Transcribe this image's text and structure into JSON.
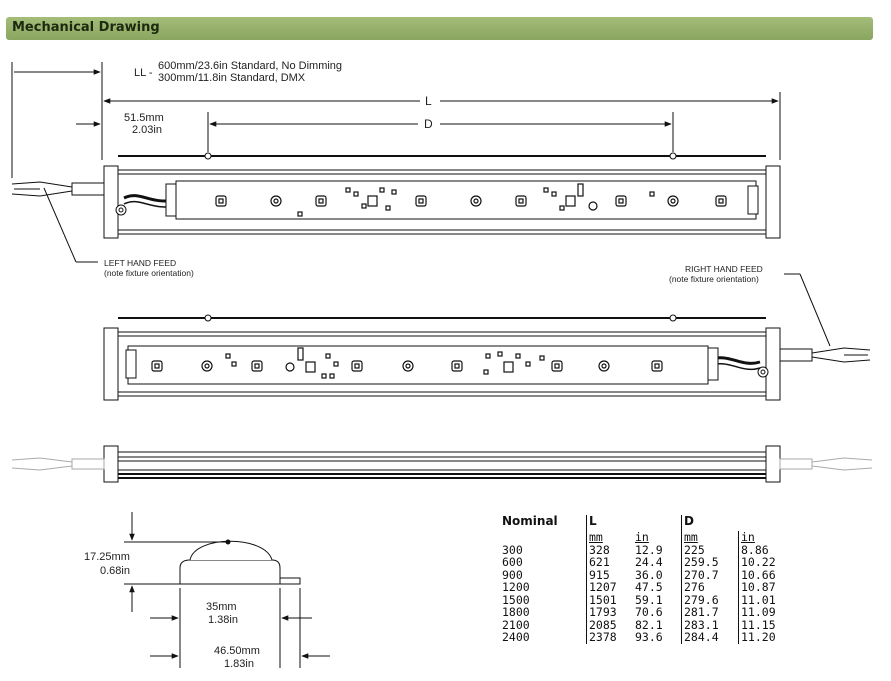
{
  "header": {
    "title": "Mechanical Drawing"
  },
  "dimensions": {
    "ll_prefix": "LL -",
    "ll_line1": "600mm/23.6in Standard, No Dimming",
    "ll_line2": "300mm/11.8in Standard, DMX",
    "l_label": "L",
    "d_label": "D",
    "offset_mm": "51.5mm",
    "offset_in": "2.03in",
    "height_mm": "17.25mm",
    "height_in": "0.68in",
    "base_mm": "35mm",
    "base_in": "1.38in",
    "width_mm": "46.50mm",
    "width_in": "1.83in"
  },
  "feeds": {
    "left_title": "LEFT HAND FEED",
    "left_note": "(note fixture orientation)",
    "right_title": "RIGHT HAND FEED",
    "right_note": "(note fixture orientation)"
  },
  "table": {
    "headers": [
      "Nominal",
      "L",
      "",
      "D",
      ""
    ],
    "units": [
      "",
      "mm",
      "in",
      "mm",
      "in"
    ],
    "rows": [
      [
        "300",
        "328",
        "12.9",
        "225",
        "8.86"
      ],
      [
        "600",
        "621",
        "24.4",
        "259.5",
        "10.22"
      ],
      [
        "900",
        "915",
        "36.0",
        "270.7",
        "10.66"
      ],
      [
        "1200",
        "1207",
        "47.5",
        "276",
        "10.87"
      ],
      [
        "1500",
        "1501",
        "59.1",
        "279.6",
        "11.01"
      ],
      [
        "1800",
        "1793",
        "70.6",
        "281.7",
        "11.09"
      ],
      [
        "2100",
        "2085",
        "82.1",
        "283.1",
        "11.15"
      ],
      [
        "2400",
        "2378",
        "93.6",
        "284.4",
        "11.20"
      ]
    ]
  }
}
